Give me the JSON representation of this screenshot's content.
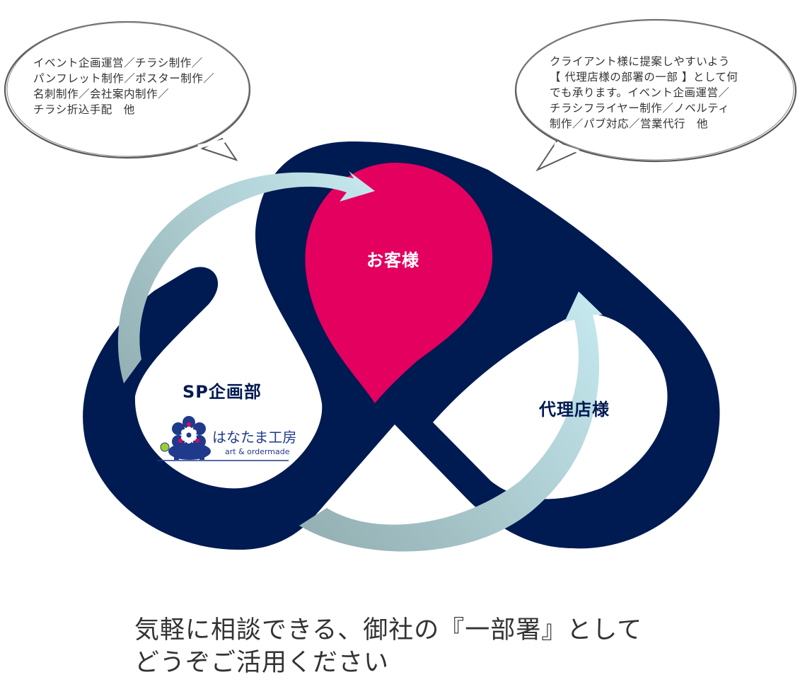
{
  "bubbles": {
    "left": "イベント企画運営／チラシ制作／\nパンフレット制作／ポスター制作／\n名刺制作／会社案内制作／\nチラシ折込手配　他",
    "right": "クライアント様に提案しやすいよう\n【 代理店様の部署の一部 】として何\nでも承ります。イベント企画運営／\nチラシフライヤー制作／ノベルティ\n制作／パブ対応／営業代行　他"
  },
  "nodes": {
    "customer": "お客様",
    "sp_dept": "SP企画部",
    "agency": "代理店様"
  },
  "logo": {
    "name": "はなたま工房",
    "sub": "art & ordermade"
  },
  "tagline": "気軽に相談できる、御社の『一部署』として\nどうぞご活用ください",
  "colors": {
    "navy": "#001a52",
    "magenta": "#e3005f",
    "arrow_light": "#bfe4ea",
    "arrow_dark": "#94b0b3",
    "text": "#333333",
    "logo_blue": "#1f3a8a"
  }
}
